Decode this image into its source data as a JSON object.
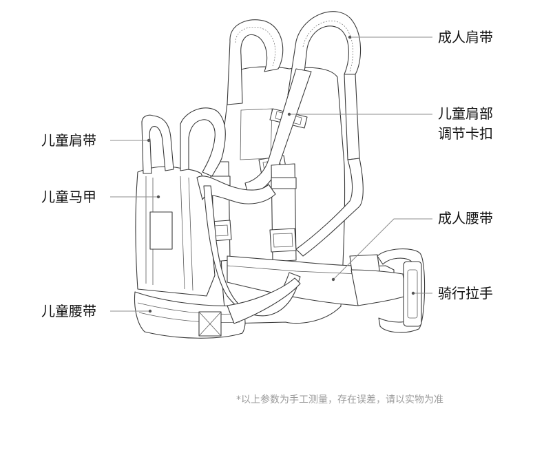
{
  "labels": {
    "adult_shoulder_strap": "成人肩带",
    "child_shoulder_buckle_line1": "儿童肩部",
    "child_shoulder_buckle_line2": "调节卡扣",
    "adult_waist_belt": "成人腰带",
    "riding_handle": "骑行拉手",
    "child_shoulder_strap": "儿童肩带",
    "child_vest": "儿童马甲",
    "child_waist_belt": "儿童腰带"
  },
  "footnote": "*以上参数为手工测量，存在误差，请以实物为准"
}
